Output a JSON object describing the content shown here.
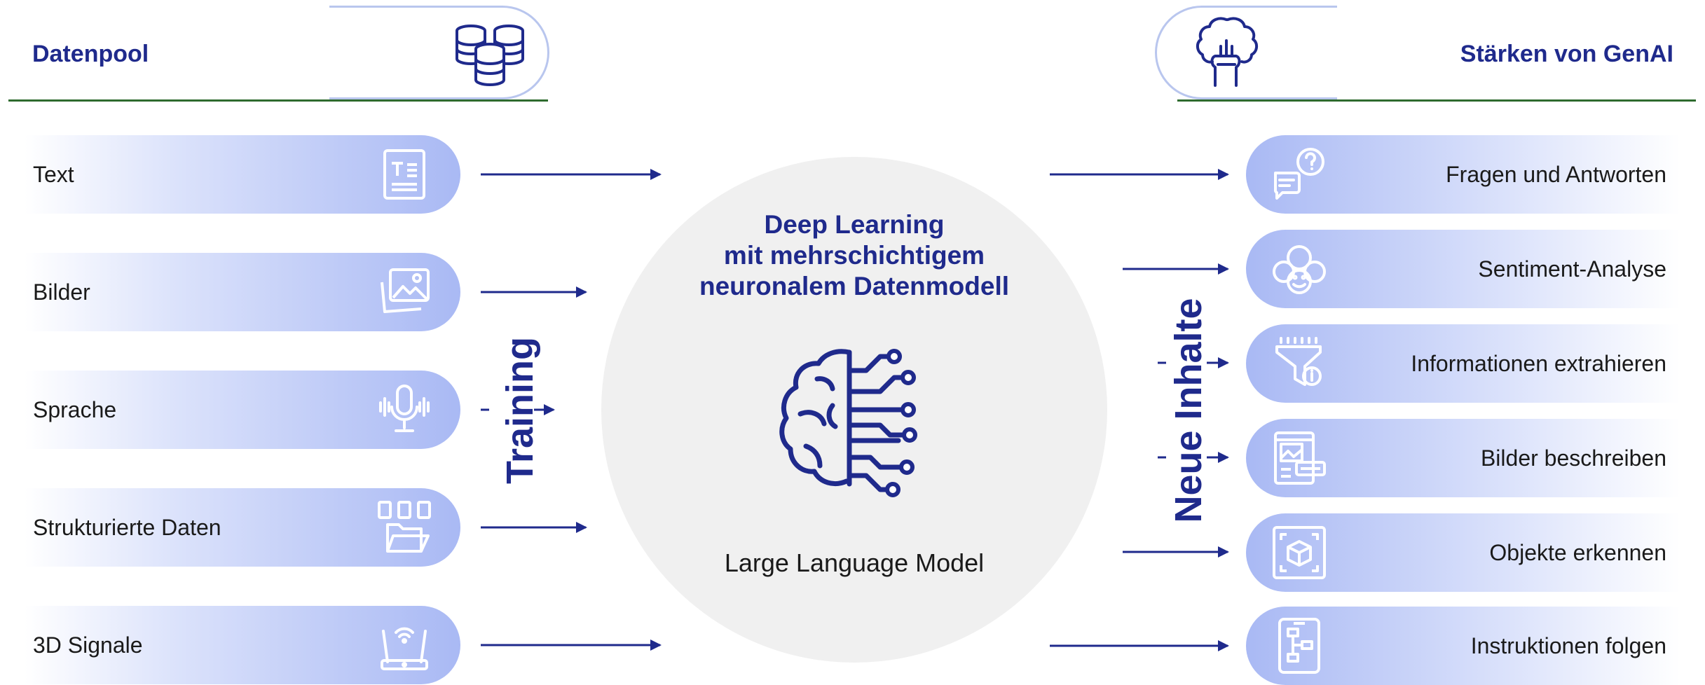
{
  "left_header": {
    "title": "Datenpool",
    "icon": "database-icon"
  },
  "right_header": {
    "title": "Stärken von GenAI",
    "icon": "brain-fist-icon"
  },
  "inputs": [
    {
      "label": "Text",
      "icon": "text-document-icon"
    },
    {
      "label": "Bilder",
      "icon": "images-icon"
    },
    {
      "label": "Sprache",
      "icon": "microphone-icon"
    },
    {
      "label": "Strukturierte Daten",
      "icon": "folder-files-icon"
    },
    {
      "label": "3D Signale",
      "icon": "wifi-router-icon"
    }
  ],
  "training_label": "Training",
  "center": {
    "heading_line1": "Deep Learning",
    "heading_line2": "mit mehrschichtigem",
    "heading_line3": "neuronalem Datenmodell",
    "icon": "brain-circuit-icon",
    "caption": "Large Language Model"
  },
  "output_label": "Neue Inhalte",
  "outputs": [
    {
      "label": "Fragen und Antworten",
      "icon": "question-chat-icon"
    },
    {
      "label": "Sentiment-Analyse",
      "icon": "emoji-faces-icon"
    },
    {
      "label": "Informationen extrahieren",
      "icon": "filter-info-icon"
    },
    {
      "label": "Bilder beschreiben",
      "icon": "image-caption-icon"
    },
    {
      "label": "Objekte erkennen",
      "icon": "object-detect-icon"
    },
    {
      "label": "Instruktionen folgen",
      "icon": "flowchart-device-icon"
    }
  ],
  "colors": {
    "navy": "#1f2a8c",
    "pill_blue": "#a9b9f4",
    "header_line": "#2e6b2e",
    "circle": "#f0f0f0"
  }
}
